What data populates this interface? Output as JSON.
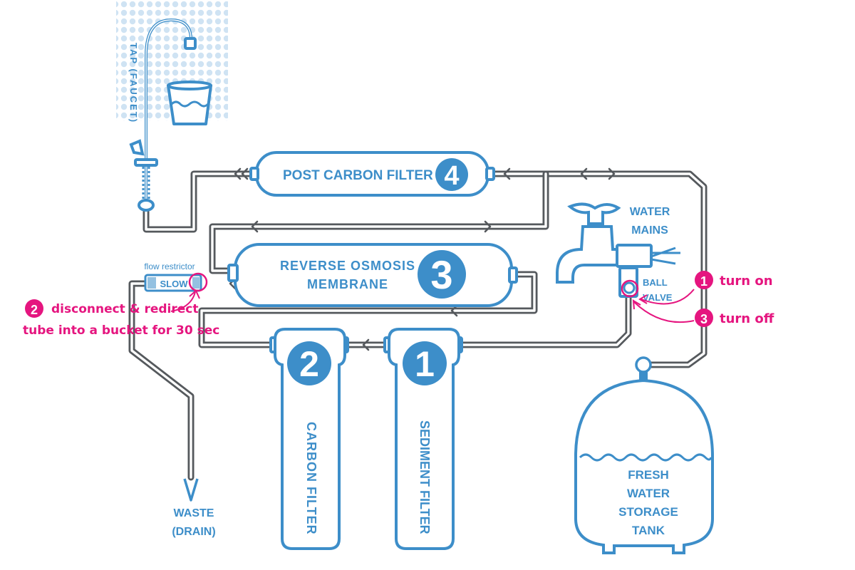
{
  "labels": {
    "tap": "TAP (FAUCET)",
    "post_carbon": "POST CARBON FILTER",
    "post_carbon_num": "4",
    "ro_line1": "REVERSE OSMOSIS",
    "ro_line2": "MEMBRANE",
    "ro_num": "3",
    "water_mains_1": "WATER",
    "water_mains_2": "MAINS",
    "ball_valve_1": "BALL",
    "ball_valve_2": "VALVE",
    "flow_restrictor": "flow restrictor",
    "slow": "SLOW",
    "carbon_filter": "CARBON  FILTER",
    "carbon_num": "2",
    "sediment_filter": "SEDIMENT FILTER",
    "sediment_num": "1",
    "waste_1": "WASTE",
    "waste_2": "(DRAIN)",
    "tank_1": "FRESH",
    "tank_2": "WATER",
    "tank_3": "STORAGE",
    "tank_4": "TANK"
  },
  "steps": {
    "step1_num": "1",
    "step1_text": "turn on",
    "step2_num": "2",
    "step2_line1": "disconnect & redirect",
    "step2_line2": "tube into a bucket for 30 sec",
    "step3_num": "3",
    "step3_text": "turn off"
  },
  "colors": {
    "accent_blue": "#3d8ec9",
    "pipe_gray": "#55595d",
    "highlight_pink": "#e5157f",
    "dot_blue": "#cfe3f3"
  }
}
